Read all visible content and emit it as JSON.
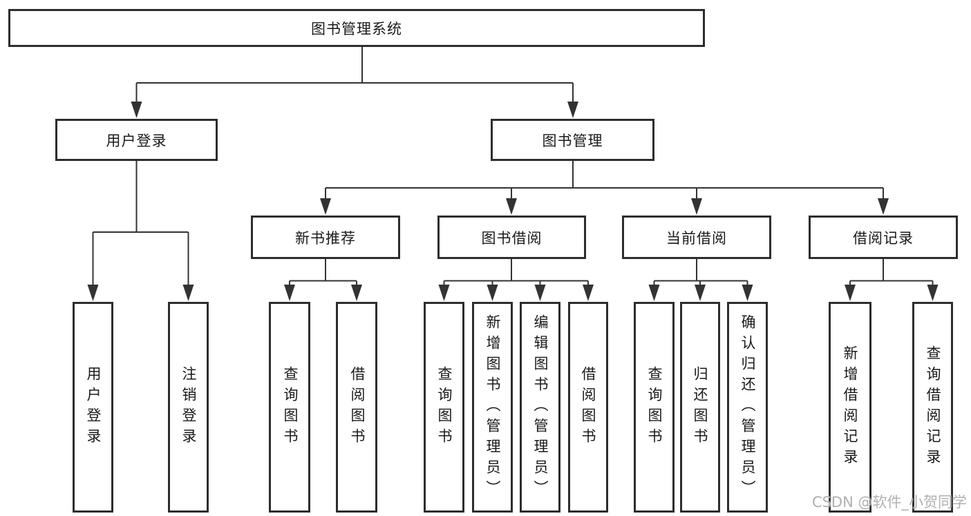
{
  "nodes": {
    "root": "图书管理系统",
    "user_login": "用户登录",
    "book_mgmt": "图书管理",
    "new_book_rec": "新书推荐",
    "book_borrow": "图书借阅",
    "current_borrow": "当前借阅",
    "borrow_records": "借阅记录",
    "leaf_user_login": "用户登录",
    "leaf_logout": "注销登录",
    "leaf_nbr_query": "查询图书",
    "leaf_nbr_borrow": "借阅图书",
    "leaf_bb_query": "查询图书",
    "leaf_bb_add": "新增图书（管理员）",
    "leaf_bb_edit": "编辑图书（管理员）",
    "leaf_bb_borrow": "借阅图书",
    "leaf_cb_query": "查询图书",
    "leaf_cb_return": "归还图书",
    "leaf_cb_confirm": "确认归还（管理员）",
    "leaf_br_add": "新增借阅记录",
    "leaf_br_query": "查询借阅记录"
  },
  "watermark": "CSDN @软件_小贺同学",
  "colors": {
    "line": "#333333",
    "border": "#2d2d2d",
    "text": "#1a1a1a",
    "watermark": "#b0b0b0"
  }
}
